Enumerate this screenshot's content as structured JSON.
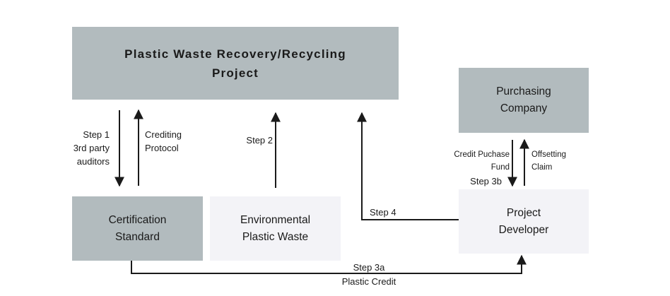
{
  "nodes": {
    "project": "Plastic Waste Recovery/Recycling\nProject",
    "purchasing": "Purchasing\nCompany",
    "certification": "Certification\nStandard",
    "environmental": "Environmental\nPlastic Waste",
    "developer": "Project\nDeveloper"
  },
  "labels": {
    "step1": "Step 1\n3rd party\nauditors",
    "crediting": "Crediting\nProtocol",
    "step2": "Step 2",
    "step4": "Step 4",
    "credit_purchase": "Credit Puchase\nFund",
    "offsetting": "Offsetting\nClaim",
    "step3b": "Step 3b",
    "step3a": "Step 3a",
    "plastic_credit": "Plastic Credit"
  },
  "colors": {
    "dark_box": "#b2bbbe",
    "light_box": "#f3f3f7",
    "arrow": "#1a1a1a"
  }
}
